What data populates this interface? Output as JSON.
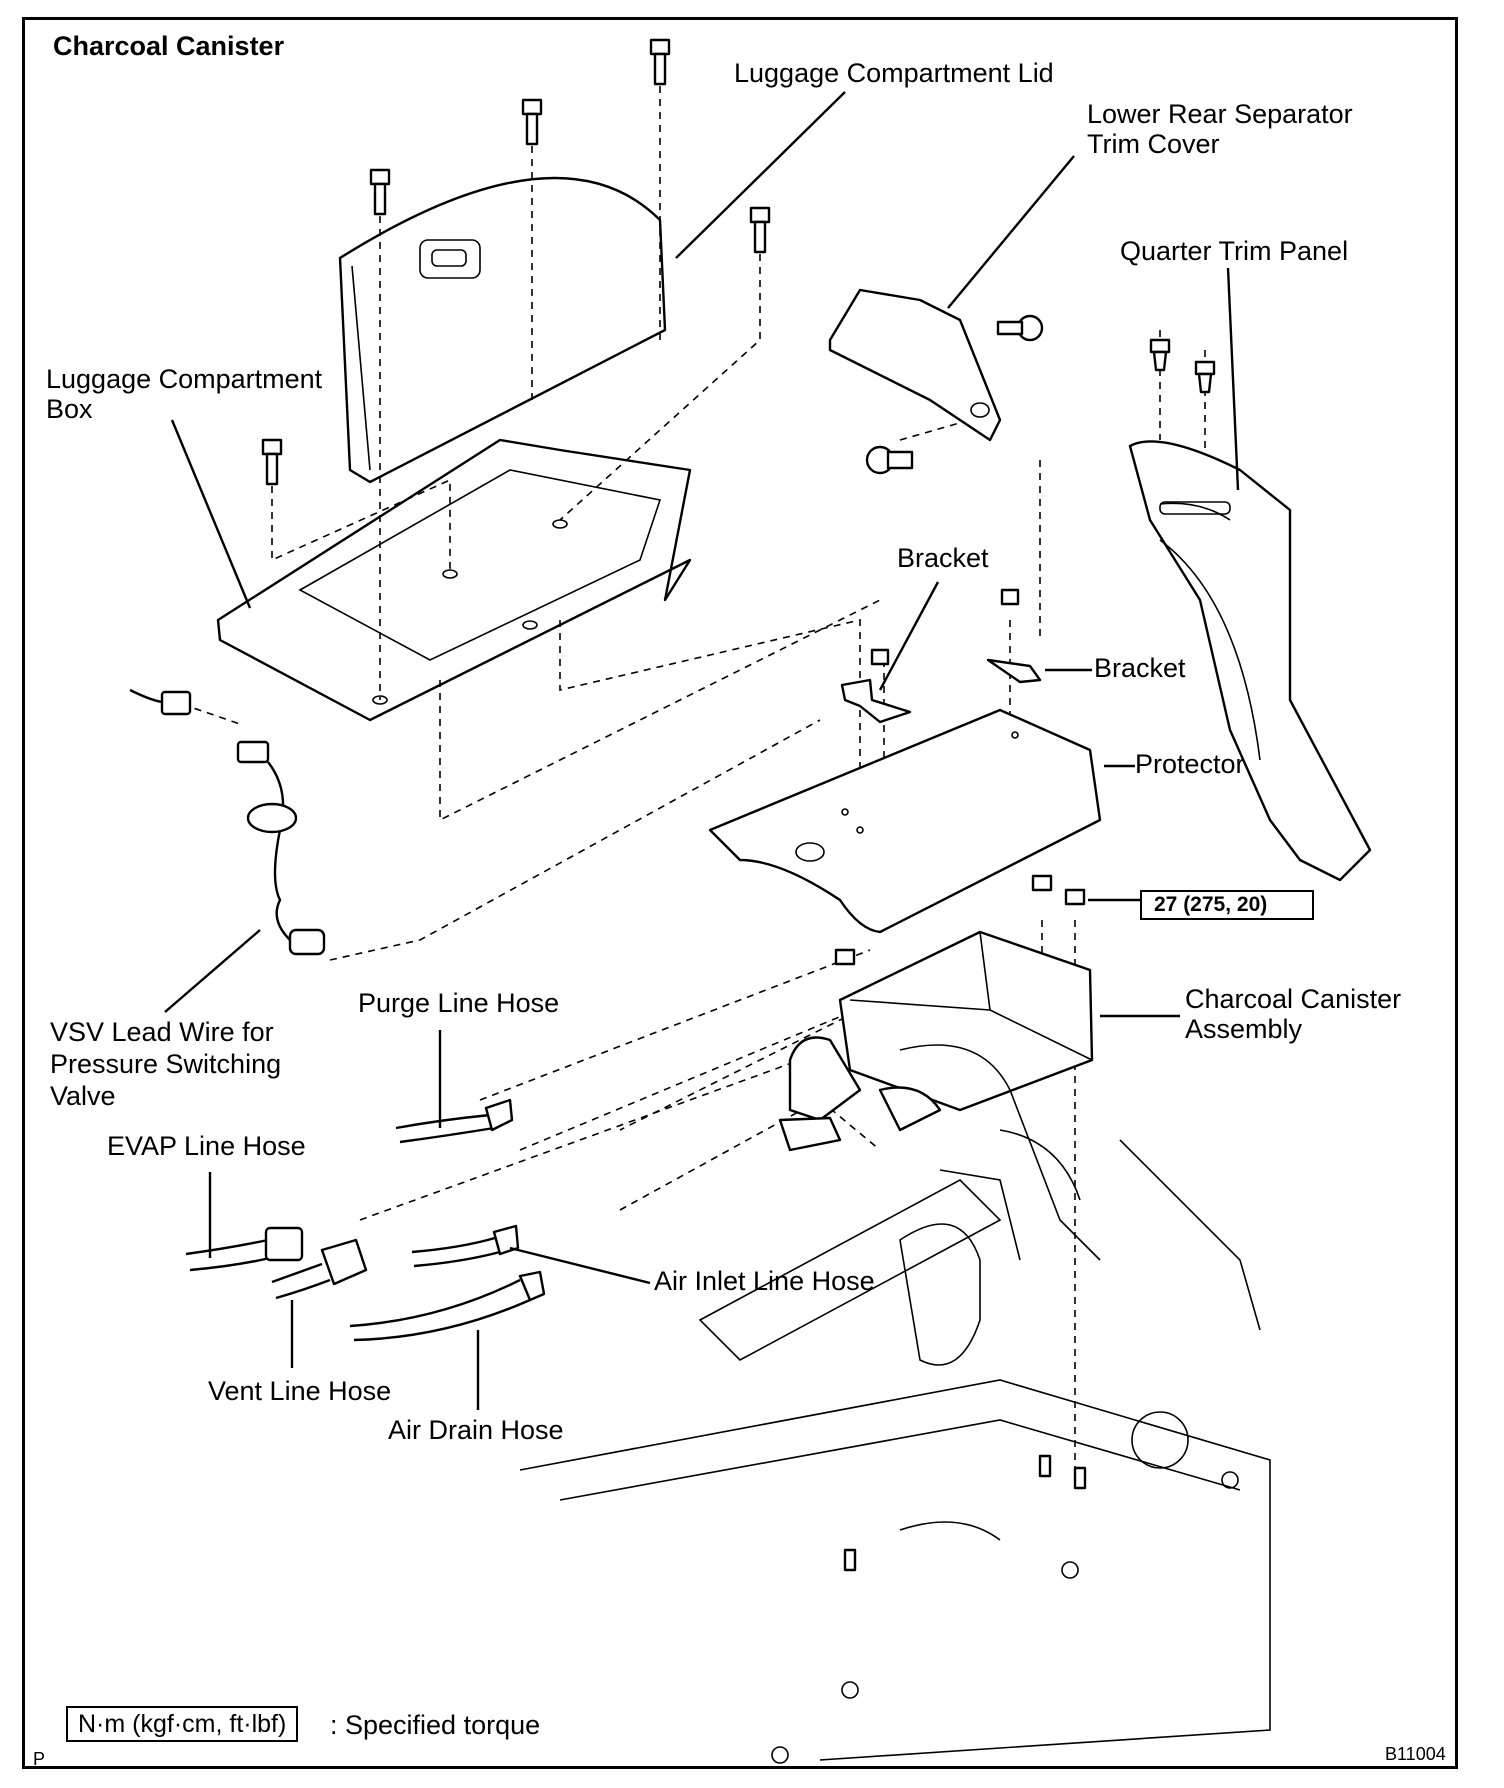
{
  "title": "Charcoal Canister",
  "labels": {
    "luggage_lid": "Luggage Compartment Lid",
    "lower_rear_separator_1": "Lower Rear Separator",
    "lower_rear_separator_2": "Trim Cover",
    "quarter_trim": "Quarter Trim Panel",
    "luggage_box_1": "Luggage Compartment",
    "luggage_box_2": "Box",
    "bracket_top": "Bracket",
    "bracket_right": "Bracket",
    "protector": "Protector",
    "torque_value": "27 (275, 20)",
    "canister_1": "Charcoal  Canister",
    "canister_2": "Assembly",
    "vsv_1": "VSV  Lead  Wire for",
    "vsv_2": "Pressure  Switching",
    "vsv_3": "Valve",
    "purge_hose": "Purge Line Hose",
    "evap_hose": "EVAP Line Hose",
    "air_inlet_hose": "Air Inlet Line Hose",
    "vent_hose": "Vent Line Hose",
    "air_drain_hose": "Air Drain Hose"
  },
  "legend": {
    "unit": "N·m (kgf·cm, ft·lbf)",
    "text": ": Specified torque"
  },
  "corner_left": "P",
  "figure_code": "B11004"
}
